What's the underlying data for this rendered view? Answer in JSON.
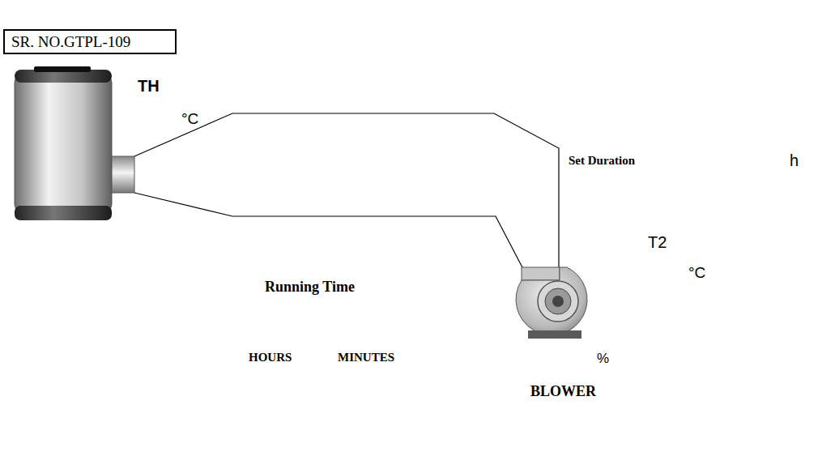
{
  "diagram": {
    "nodes": [
      {
        "text": [
          "SR. NO.GTPL-109"
        ]
      }
    ],
    "labels": [
      "TH",
      "°C",
      "Set Duration",
      "h",
      "T2",
      "°C",
      "Running Time",
      "HOURS",
      "MINUTES",
      "%",
      "BLOWER"
    ]
  }
}
